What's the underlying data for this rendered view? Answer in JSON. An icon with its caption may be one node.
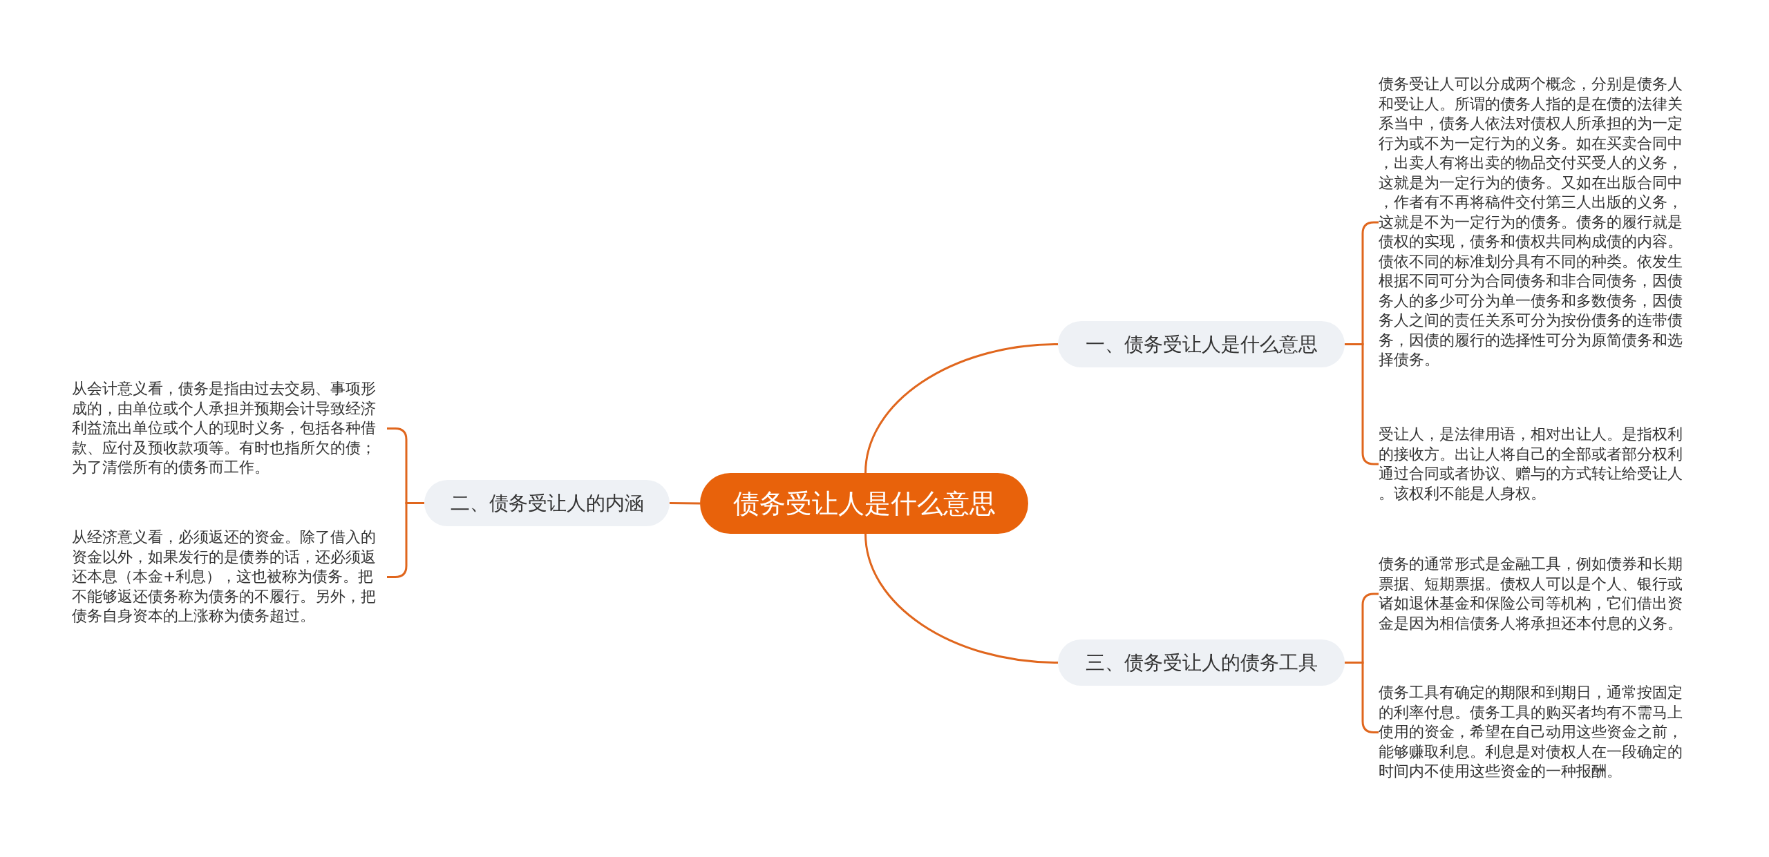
{
  "diagram": {
    "nodes": [
      {
        "text": [
          "债务受让人是什么意思"
        ]
      },
      {
        "text": [
          "一、债务受让人是什么意思"
        ]
      },
      {
        "text": [
          "债务受让人可以分成两个概念，分别是债务人和受让人。所谓的债务人指的是在债的法律关系当中，债务人依法对债权人所承担的为一定行为或不为一定行为的义务。如在买卖合同中，出卖人有将出卖的物品交付买受人的义务，这就是为一定行为的债务。又如在出版合同中，作者有不再将稿件交付第三人出版的义务，这就是不为一定行为的债务。债务的履行就是债权的实现，债务和债权共同构成债的内容。债依不同的标准划分具有不同的种类。依发生根据不同可分为合同债务和非合同债务，因债务人的多少可分为单一债务和多数债务，因债务人之间的责任关系可分为按份债务的连带债务，因债的履行的选择性可分为原简债务和选择债务。"
        ]
      },
      {
        "text": [
          "受让人，是法律用语，相对出让人。是指权利的接收方。出让人将自己的全部或者部分权利通过合同或者协议、赠与的方式转让给受让人。该权利不能是人身权。"
        ]
      },
      {
        "text": [
          "二、债务受让人的内涵"
        ]
      },
      {
        "text": [
          "从会计意义看，债务是指由过去交易、事项形成的，由单位或个人承担并预期会计导致经济利益流出单位或个人的现时义务，包括各种借款、应付及预收款项等。有时也指所欠的债；为了清偿所有的债务而工作。"
        ]
      },
      {
        "text": [
          "从经济意义看，必须返还的资金。除了借入的资金以外，如果发行的是债券的话，还必须返还本息（本金+利息），这也被称为债务。把不能够返还债务称为债务的不履行。另外，把债务自身资本的上涨称为债务超过。"
        ]
      },
      {
        "text": [
          "三、债务受让人的债务工具"
        ]
      },
      {
        "text": [
          "债务的通常形式是金融工具，例如债券和长期票据、短期票据。债权人可以是个人、银行或诸如退休基金和保险公司等机构，它们借出资金是因为相信债务人将承担还本付息的义务。"
        ]
      },
      {
        "text": [
          "债务工具有确定的期限和到期日，通常按固定的利率付息。债务工具的购买者均有不需马上使用的资金，希望在自己动用这些资金之前，能够赚取利息。利息是对债权人在一段确定的时间内不使用这些资金的一种报酬。"
        ]
      }
    ],
    "edges": [
      {
        "from": 0,
        "to": 1,
        "arrow": "none"
      },
      {
        "from": 1,
        "to": 2,
        "arrow": "none"
      },
      {
        "from": 1,
        "to": 3,
        "arrow": "none"
      },
      {
        "from": 0,
        "to": 4,
        "arrow": "none"
      },
      {
        "from": 4,
        "to": 5,
        "arrow": "none"
      },
      {
        "from": 4,
        "to": 6,
        "arrow": "none"
      },
      {
        "from": 0,
        "to": 7,
        "arrow": "none"
      },
      {
        "from": 7,
        "to": 8,
        "arrow": "none"
      },
      {
        "from": 7,
        "to": 9,
        "arrow": "none"
      }
    ]
  }
}
